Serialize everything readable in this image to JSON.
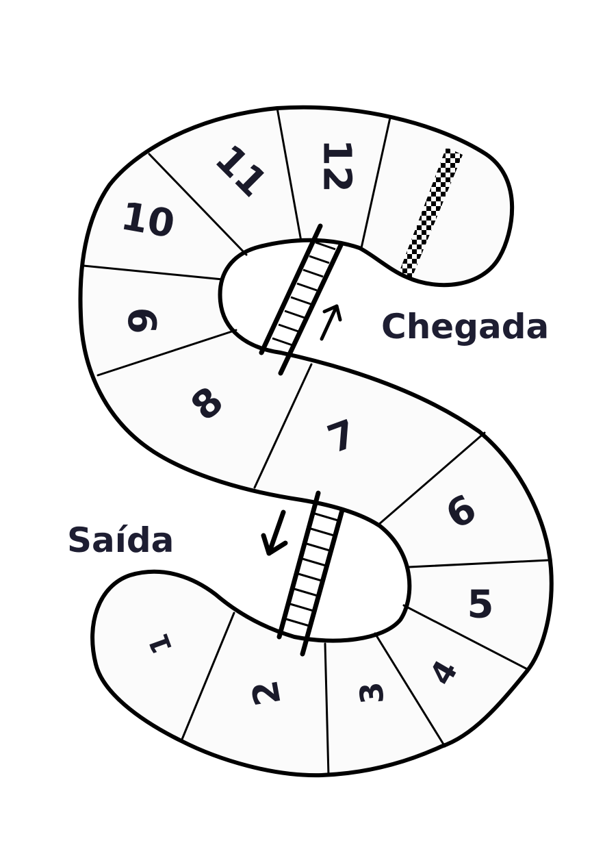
{
  "board": {
    "start_label": "Saída",
    "finish_label": "Chegada",
    "cells": [
      {
        "number": "1"
      },
      {
        "number": "2"
      },
      {
        "number": "3"
      },
      {
        "number": "4"
      },
      {
        "number": "5"
      },
      {
        "number": "6"
      },
      {
        "number": "7"
      },
      {
        "number": "8"
      },
      {
        "number": "9"
      },
      {
        "number": "10"
      },
      {
        "number": "11"
      },
      {
        "number": "12"
      }
    ],
    "ladders": [
      {
        "from_cell": "2",
        "to_cell": "7"
      },
      {
        "from_cell": "8",
        "to_cell": "12"
      }
    ],
    "colors": {
      "outline": "#000000",
      "cell_fill": "#fbfbfb",
      "text": "#1e1e32"
    }
  }
}
